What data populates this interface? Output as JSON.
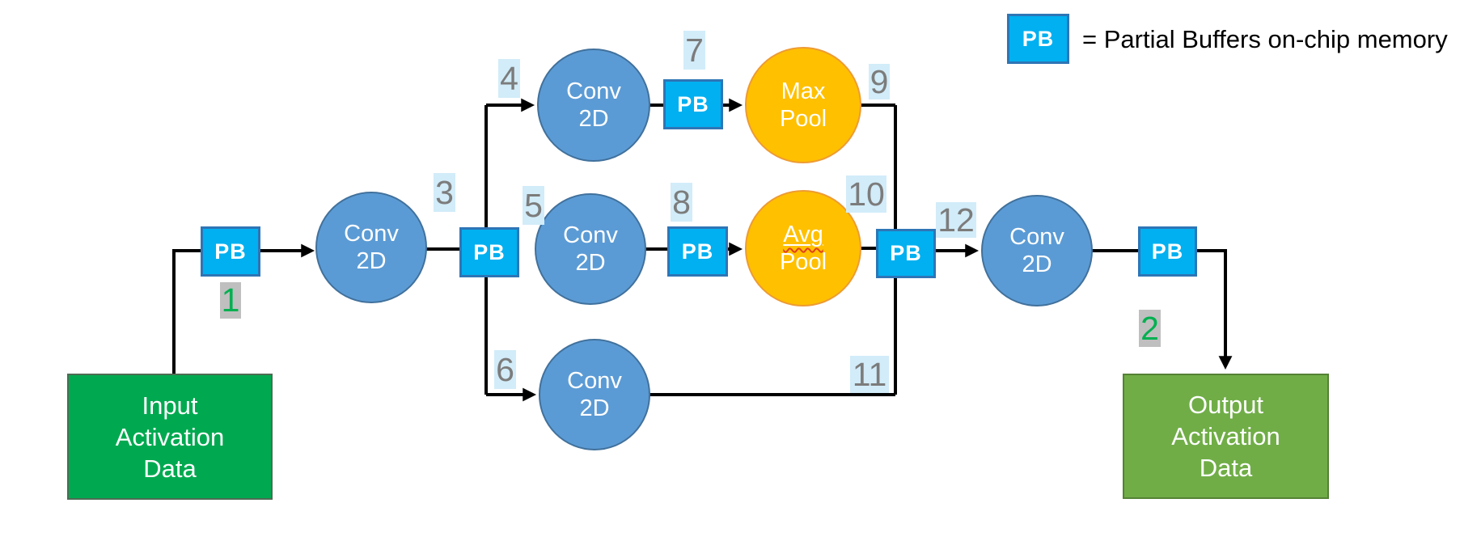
{
  "legend": {
    "pb": "PB",
    "definition": "= Partial Buffers on-chip memory"
  },
  "node_labels": {
    "pb": "PB",
    "conv2d": {
      "line1": "Conv",
      "line2": "2D"
    },
    "max_pool": {
      "line1": "Max",
      "line2": "Pool"
    },
    "avg_pool": {
      "line1": "Avg",
      "line2": "Pool"
    },
    "input": {
      "line1": "Input",
      "line2": "Activation",
      "line3": "Data"
    },
    "output": {
      "line1": "Output",
      "line2": "Activation",
      "line3": "Data"
    }
  },
  "step_numbers": {
    "s1": "1",
    "s2": "2",
    "s3": "3",
    "s4": "4",
    "s5": "5",
    "s6": "6",
    "s7": "7",
    "s8": "8",
    "s9": "9",
    "s10": "10",
    "s11": "11",
    "s12": "12"
  },
  "colors": {
    "pb_fill": "#00B0F0",
    "pb_border": "#2E75B6",
    "conv_fill": "#5B9BD5",
    "conv_border": "#41719C",
    "pool_fill": "#FFC000",
    "pool_border": "#ED9B33",
    "input_fill": "#00A950",
    "output_fill": "#70AD47",
    "number_text": "#7C7C7C",
    "number_bg": "#D2ECF9",
    "io_number_text": "#00B050",
    "io_number_bg": "#BFBFBF",
    "wire": "#000000"
  }
}
